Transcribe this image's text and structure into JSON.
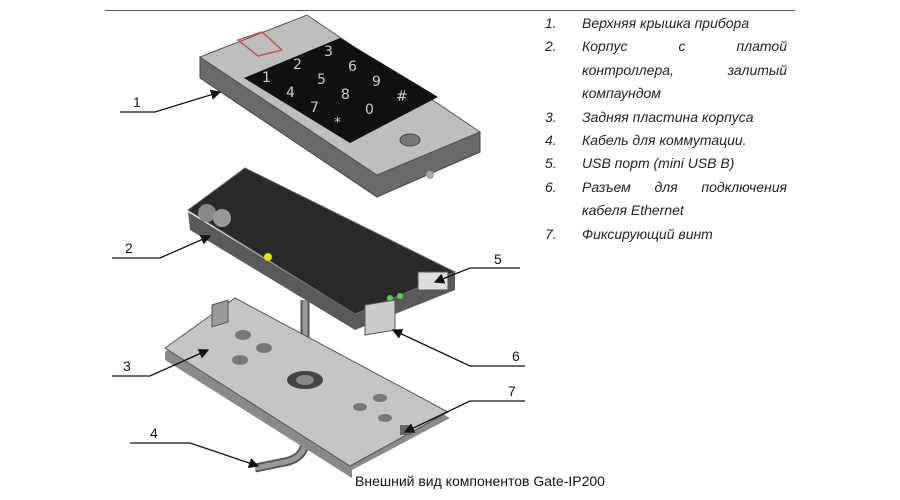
{
  "callouts": [
    "1",
    "2",
    "3",
    "4",
    "5",
    "6",
    "7"
  ],
  "legend": [
    {
      "num": "1.",
      "text": "Верхняя крышка прибора"
    },
    {
      "num": "2.",
      "text_lines": [
        "Корпус с платой",
        "контроллера, залитый",
        "компаундом"
      ]
    },
    {
      "num": "3.",
      "text": "Задняя пластина корпуса"
    },
    {
      "num": "4.",
      "text": "Кабель для коммутации."
    },
    {
      "num": "5.",
      "text": "USB порт (mini USB B)"
    },
    {
      "num": "6.",
      "text_lines": [
        "Разъем для подключения",
        "кабеля Ethernet"
      ]
    },
    {
      "num": "7.",
      "text": "Фиксирующий винт"
    }
  ],
  "keypad": [
    "1",
    "2",
    "3",
    "4",
    "5",
    "6",
    "7",
    "8",
    "9",
    "*",
    "0",
    "#"
  ],
  "caption": "Внешний вид компонентов Gate-IP200"
}
